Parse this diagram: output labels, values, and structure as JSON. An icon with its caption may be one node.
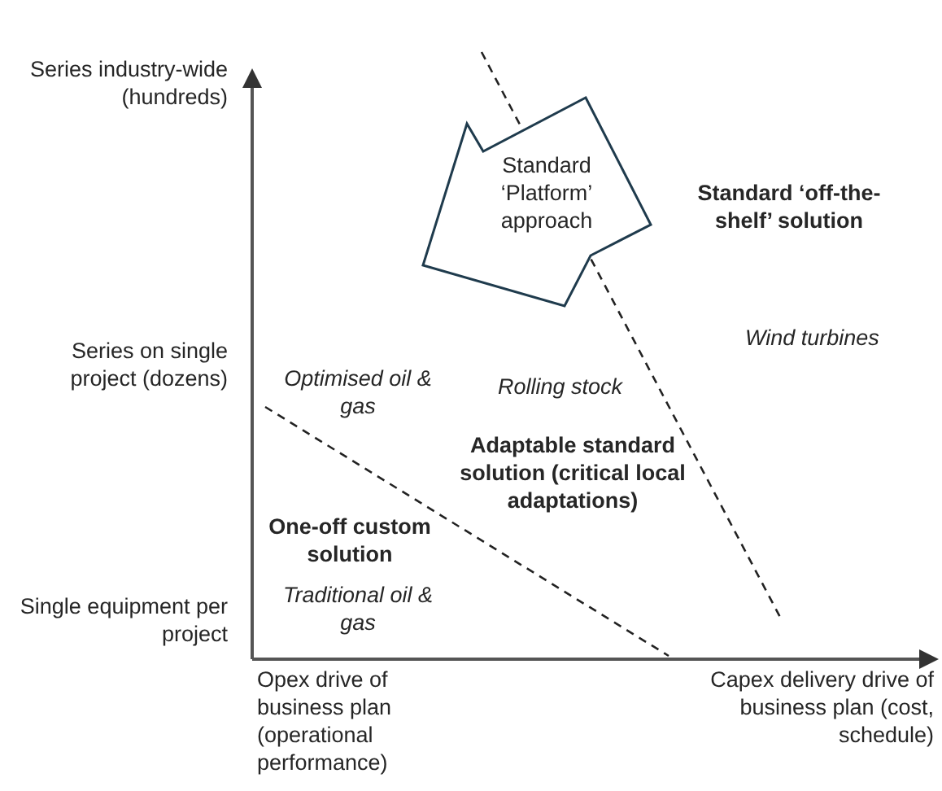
{
  "diagram": {
    "nodes": [
      {
        "text": [
          "Standard ‘Platform’ approach"
        ]
      }
    ],
    "labels": [
      "Series industry-wide (hundreds)",
      "Standard ‘off-the-shelf’ solution",
      "Series on single project (dozens)",
      "Wind turbines",
      "Optimised oil & gas",
      "Rolling stock",
      "Adaptable standard solution (critical local adaptations)",
      "One-off custom solution",
      "Single equipment per project",
      "Traditional oil & gas",
      "Opex drive of business plan (operational performance)",
      "Capex delivery drive of business plan (cost, schedule)"
    ]
  }
}
